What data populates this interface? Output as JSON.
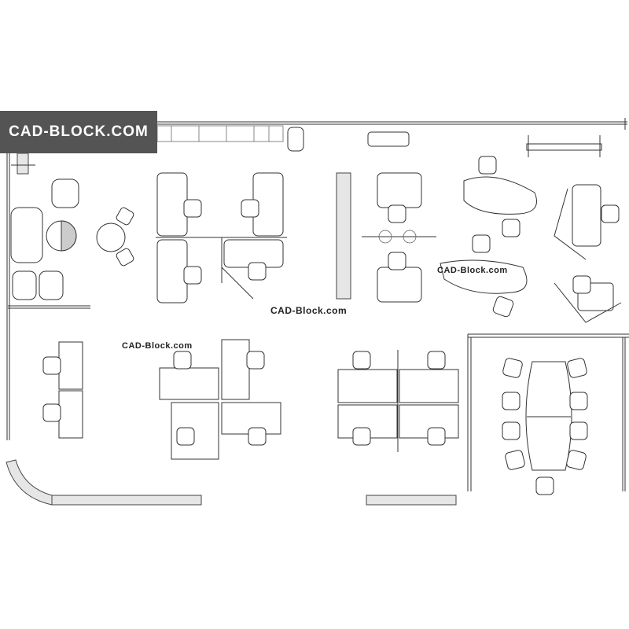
{
  "banner": {
    "label": "CAD-BLOCK.COM",
    "background": "#545454"
  },
  "watermarks": [
    "CAD-Block.com",
    "CAD-Block.com",
    "CAD-Block.com"
  ],
  "plan": {
    "title": "Office floor plan",
    "conference_chairs": 9,
    "workstation_clusters": 4
  }
}
